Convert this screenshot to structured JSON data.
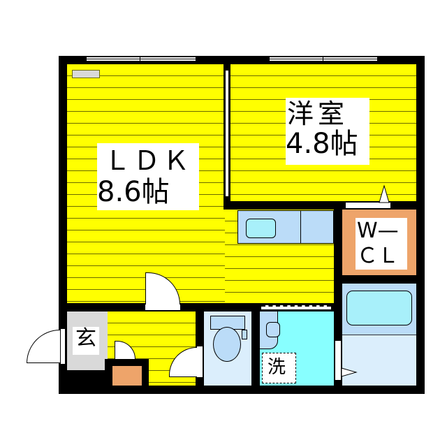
{
  "floorplan": {
    "rooms": {
      "ldk": {
        "name": "ＬＤＫ",
        "size": "8.6帖"
      },
      "western": {
        "name": "洋室",
        "size": "4.8帖"
      },
      "wcl": {
        "line1": "W—",
        "line2": "ＣＬ"
      },
      "entrance": {
        "name": "玄"
      },
      "washroom": {
        "name": "洗"
      }
    },
    "colors": {
      "floor": "#ffff00",
      "wall": "#000000",
      "closet": "#eea46a",
      "entrance": "#d9d9d9",
      "bath": "#dbeefc",
      "washroom": "#88ffff",
      "fixture": "#bbdcf8"
    }
  }
}
